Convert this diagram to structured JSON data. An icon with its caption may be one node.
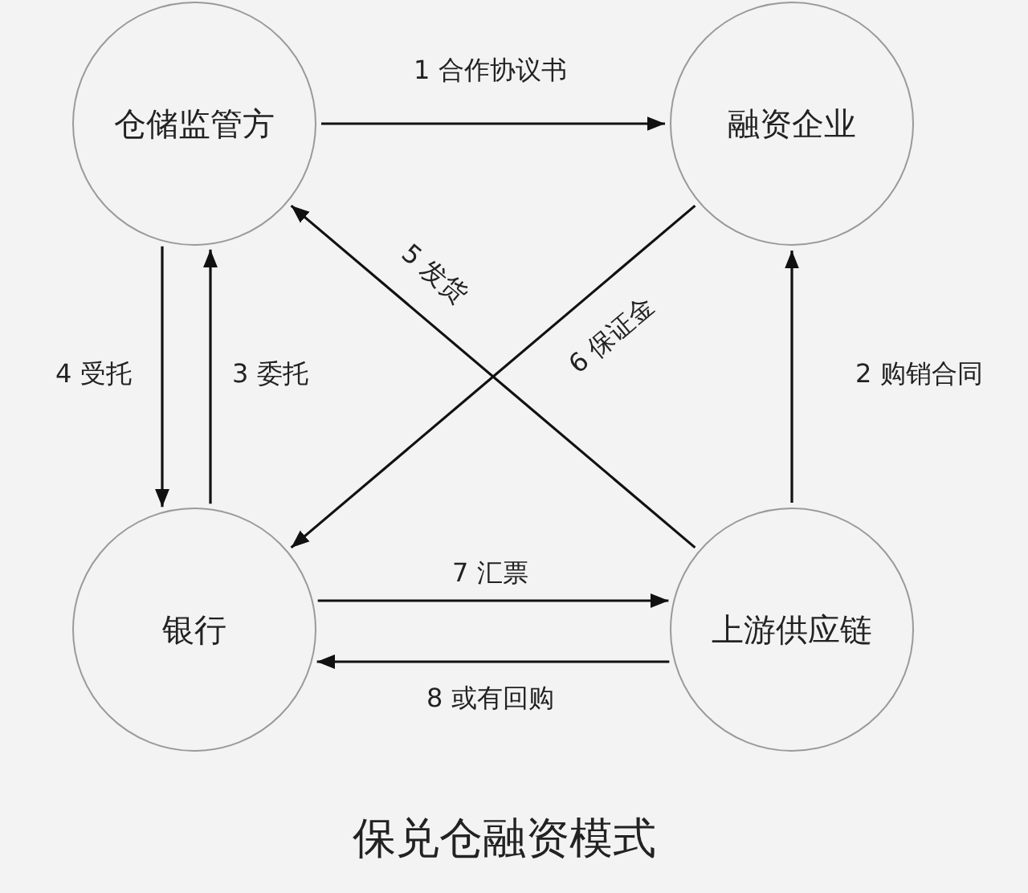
{
  "diagram": {
    "title": "保兑仓融资模式",
    "nodes": [
      {
        "text": [
          "仓储监管方"
        ]
      },
      {
        "text": [
          "融资企业"
        ]
      },
      {
        "text": [
          "银行"
        ]
      },
      {
        "text": [
          "上游供应链"
        ]
      }
    ],
    "edges": [
      {
        "from": 0,
        "to": 1,
        "arrow": "to",
        "label": "1 合作协议书"
      },
      {
        "from": 3,
        "to": 1,
        "arrow": "to",
        "label": "2 购销合同"
      },
      {
        "from": 2,
        "to": 0,
        "arrow": "to",
        "label": "3 委托"
      },
      {
        "from": 0,
        "to": 2,
        "arrow": "to",
        "label": "4 受托"
      },
      {
        "from": 3,
        "to": 0,
        "arrow": "to",
        "label": "5 发货"
      },
      {
        "from": 1,
        "to": 2,
        "arrow": "to",
        "label": "6 保证金"
      },
      {
        "from": 2,
        "to": 3,
        "arrow": "to",
        "label": "7 汇票"
      },
      {
        "from": 3,
        "to": 2,
        "arrow": "to",
        "label": "8 或有回购"
      }
    ]
  }
}
